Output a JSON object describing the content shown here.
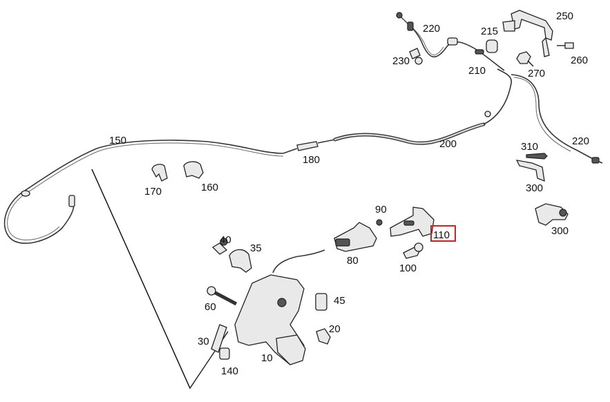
{
  "diagram": {
    "labels": {
      "p10": "10",
      "p20": "20",
      "p30": "30",
      "p35": "35",
      "p40": "40",
      "p45": "45",
      "p60": "60",
      "p80": "80",
      "p90": "90",
      "p100": "100",
      "p110": "110",
      "p140": "140",
      "p150": "150",
      "p160": "160",
      "p170": "170",
      "p180": "180",
      "p200": "200",
      "p210": "210",
      "p215": "215",
      "p220a": "220",
      "p220b": "220",
      "p230": "230",
      "p250": "250",
      "p260": "260",
      "p270": "270",
      "p300a": "300",
      "p300b": "300",
      "p310": "310"
    },
    "highlight_color": "#d42020"
  }
}
